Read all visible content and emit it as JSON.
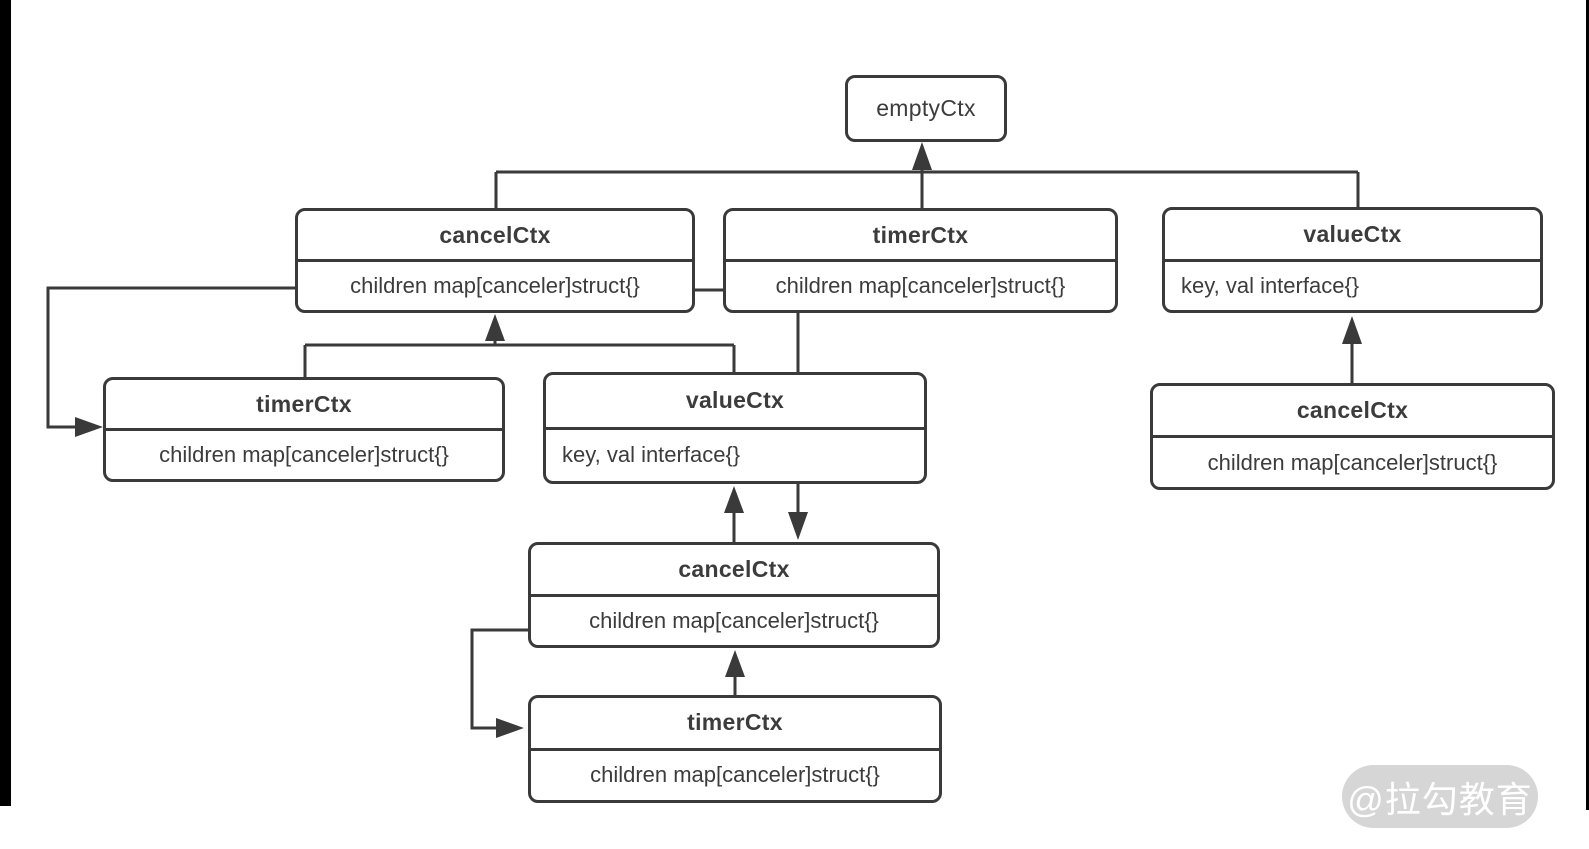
{
  "diagram": {
    "nodes": {
      "empty_root": {
        "title": "emptyCtx"
      },
      "cancel_top_left": {
        "title": "cancelCtx",
        "body": "children map[canceler]struct{}"
      },
      "timer_top_mid": {
        "title": "timerCtx",
        "body": "children map[canceler]struct{}"
      },
      "value_top_right": {
        "title": "valueCtx",
        "body": "key, val interface{}"
      },
      "timer_left": {
        "title": "timerCtx",
        "body": "children map[canceler]struct{}"
      },
      "value_mid": {
        "title": "valueCtx",
        "body": "key, val interface{}"
      },
      "cancel_mid": {
        "title": "cancelCtx",
        "body": "children map[canceler]struct{}"
      },
      "timer_bottom": {
        "title": "timerCtx",
        "body": "children map[canceler]struct{}"
      },
      "cancel_right": {
        "title": "cancelCtx",
        "body": "children map[canceler]struct{}"
      }
    },
    "colors": {
      "line": "#3a3a3a",
      "text": "#3c3c3c",
      "background": "#ffffff",
      "edge_bar": "#000000",
      "watermark_bg": "#d6d6d6",
      "watermark_text": "#ffffff"
    }
  },
  "watermark": {
    "label": "@拉勾教育"
  }
}
